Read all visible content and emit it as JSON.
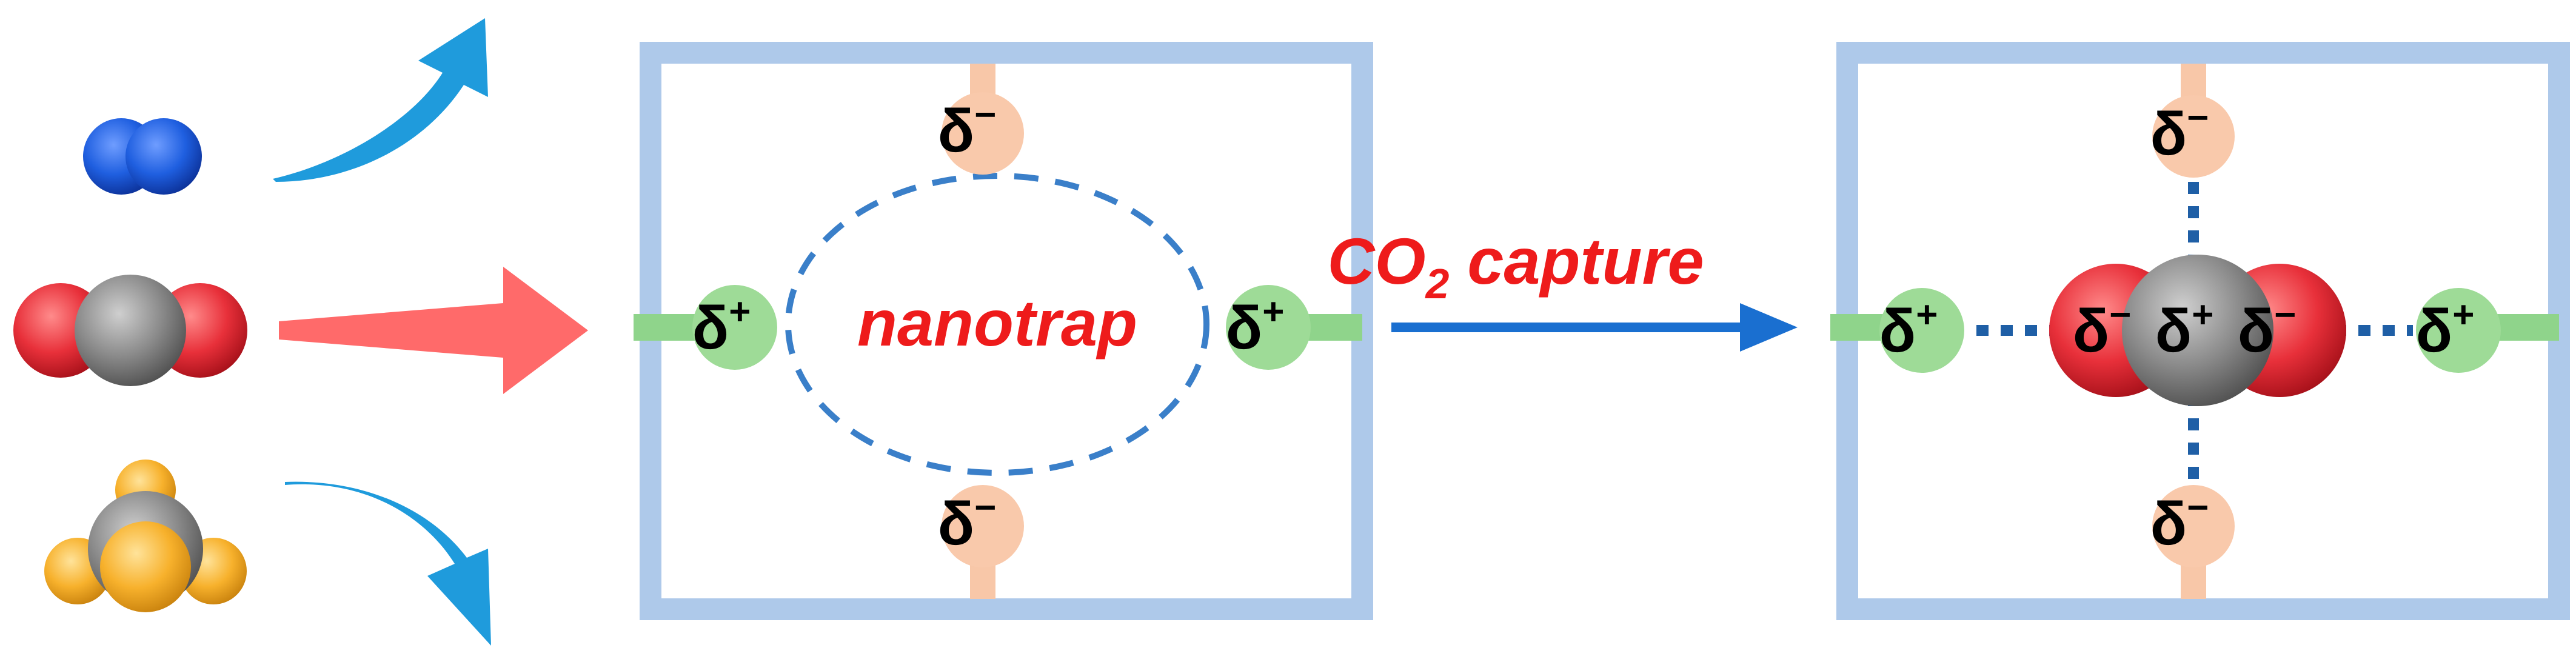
{
  "labels": {
    "delta": "δ",
    "plus": "+",
    "minus": "−",
    "nanotrap": "nanotrap",
    "co2_prefix": "CO",
    "co2_subscript": "2",
    "capture_suffix": "capture"
  },
  "molecules": [
    "N2",
    "CO2",
    "SF6"
  ],
  "colors": {
    "frame": "#aec9ea",
    "positive_site_stub": "#8fd48b",
    "positive_site_circle": "#9edb97",
    "negative_site_stub": "#f8c7a8",
    "negative_site_circle": "#f9c9ab",
    "nanotrap_outline": "#3a7fc9",
    "interaction_dots": "#1f5fa6",
    "process_arrow": "#1a6fd0",
    "label_red": "#ee1b1b",
    "reject_arrow": "#1f9bdc",
    "co2_arrow": "#ff6a6a",
    "n2_atom": "#1f5fe0",
    "co2_carbon": "#8a8a8a",
    "co2_oxygen": "#e8303a",
    "sf6_sulfur": "#f7b12c",
    "sf6_core": "#7a7a7a"
  }
}
